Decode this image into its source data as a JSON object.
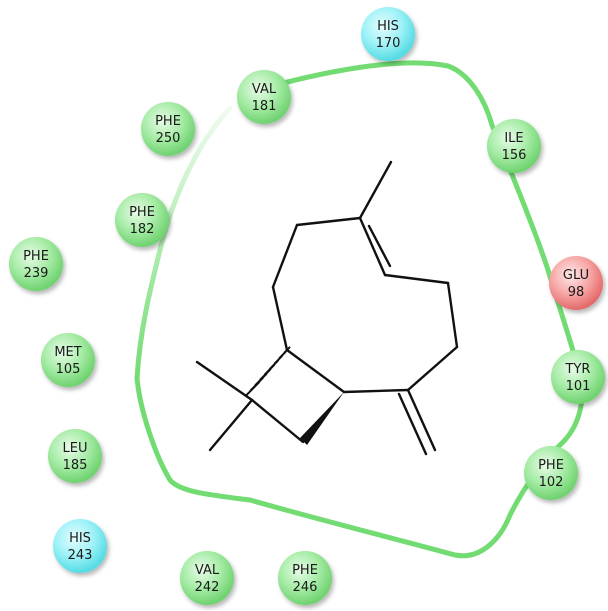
{
  "colors": {
    "hydrophobic": "#7fe07f",
    "polar": "#6fe8ee",
    "negative": "#f07a7a",
    "pocket_line": "#72dc72",
    "bond": "#111111"
  },
  "residues": [
    {
      "id": "his-170",
      "name": "HIS",
      "number": "170",
      "type": "polar"
    },
    {
      "id": "val-181",
      "name": "VAL",
      "number": "181",
      "type": "hydrophobic"
    },
    {
      "id": "phe-250",
      "name": "PHE",
      "number": "250",
      "type": "hydrophobic"
    },
    {
      "id": "ile-156",
      "name": "ILE",
      "number": "156",
      "type": "hydrophobic"
    },
    {
      "id": "phe-182",
      "name": "PHE",
      "number": "182",
      "type": "hydrophobic"
    },
    {
      "id": "phe-239",
      "name": "PHE",
      "number": "239",
      "type": "hydrophobic"
    },
    {
      "id": "glu-98",
      "name": "GLU",
      "number": "98",
      "type": "negative"
    },
    {
      "id": "met-105",
      "name": "MET",
      "number": "105",
      "type": "hydrophobic"
    },
    {
      "id": "tyr-101",
      "name": "TYR",
      "number": "101",
      "type": "hydrophobic"
    },
    {
      "id": "leu-185",
      "name": "LEU",
      "number": "185",
      "type": "hydrophobic"
    },
    {
      "id": "phe-102",
      "name": "PHE",
      "number": "102",
      "type": "hydrophobic"
    },
    {
      "id": "his-243",
      "name": "HIS",
      "number": "243",
      "type": "polar"
    },
    {
      "id": "val-242",
      "name": "VAL",
      "number": "242",
      "type": "hydrophobic"
    },
    {
      "id": "phe-246",
      "name": "PHE",
      "number": "246",
      "type": "hydrophobic"
    }
  ]
}
